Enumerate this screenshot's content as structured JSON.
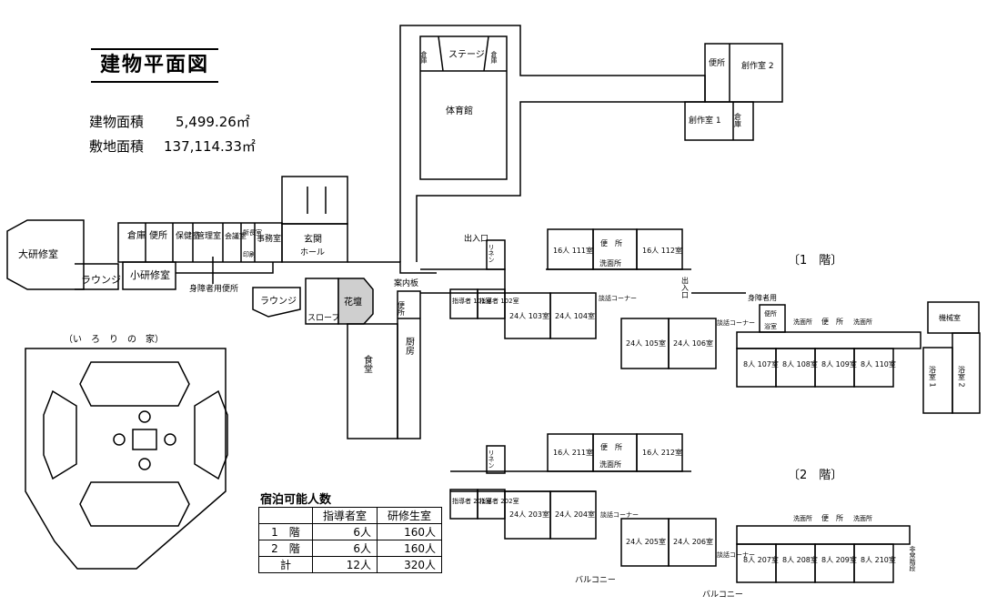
{
  "title": "建物平面図",
  "areas": [
    {
      "label": "建物面積",
      "value": "5,499.26㎡"
    },
    {
      "label": "敷地面積",
      "value": "137,114.33㎡"
    }
  ],
  "floors": {
    "first": "〔1　階〕",
    "second": "〔2　階〕"
  },
  "irori_title": "（い　ろ　り　の　家）",
  "capacity": {
    "title": "宿泊可能人数",
    "header": [
      "",
      "指導者室",
      "研修生室"
    ],
    "rows": [
      [
        "1　階",
        "6人",
        "160人"
      ],
      [
        "2　階",
        "6人",
        "160人"
      ],
      [
        "計",
        "12人",
        "320人"
      ]
    ]
  },
  "rooms_1f": {
    "daikenshu": "大研修室",
    "lounge_left": "ラウンジ",
    "shokenshu": "小研修室",
    "souko1": "倉庫",
    "benjo1": "便所",
    "hoken": "保健室",
    "kanri": "管理室",
    "kaigi": "会議室",
    "shochou": "所長室",
    "insatsu": "印刷",
    "jimu": "事務室",
    "genkan": "玄関",
    "hall": "ホール",
    "shougai": "身障者用便所",
    "lounge2": "ラウンジ",
    "slope": "スロープ",
    "hanadan": "花壇",
    "annai": "案内板",
    "shokudo": "食堂",
    "chubo": "厨房",
    "benjo_chubo": "便所",
    "stage": "ステージ",
    "taiikukan": "体育館",
    "souko_l": "倉庫",
    "souko_r": "倉庫",
    "benjo_sosaku": "便所",
    "sosaku2": "創作室 2",
    "sosaku1": "創作室 1",
    "souko_sosaku": "倉庫",
    "deiriguchi1": "出入口",
    "linen1": "リネン",
    "shido101": "指導者 101室",
    "shido102": "指導者 102室",
    "r103": "24人 103室",
    "r104": "24人 104室",
    "danwa1": "談話コーナー",
    "r111": "16人 111室",
    "r112": "16人 112室",
    "benjo_111": "便　所",
    "senmen_111": "洗面所",
    "deiriguchi2": "出入口",
    "r105": "24人 105室",
    "r106": "24人 106室",
    "danwa2": "談話コーナー",
    "shougai2": "身障者用",
    "benjo_shougai": "便所",
    "yokushitsu_s": "浴室",
    "senmen_a": "洗面所",
    "benjo_a": "便　所",
    "senmen_b": "洗面所",
    "kikai": "機械室",
    "r107": "8人 107室",
    "r108": "8人 108室",
    "r109": "8人 109室",
    "r110": "8人 110室",
    "yoku1": "浴室 1",
    "yoku2": "浴室 2"
  },
  "rooms_2f": {
    "linen2": "リネン",
    "shido201": "指導者 201室",
    "shido202": "指導者 202室",
    "r203": "24人 203室",
    "r204": "24人 204室",
    "r211": "16人 211室",
    "r212": "16人 212室",
    "benjo_211": "便　所",
    "senmen_211": "洗面所",
    "r205": "24人 205室",
    "r206": "24人 206室",
    "danwa3": "談話コーナー",
    "danwa4": "談話コーナー",
    "balcony1": "バルコニー",
    "balcony2": "バルコニー",
    "senmen_c": "洗面所",
    "benjo_c": "便　所",
    "senmen_d": "洗面所",
    "hijo": "非常階段",
    "r207": "8人 207室",
    "r208": "8人 208室",
    "r209": "8人 209室",
    "r210": "8人 210室"
  }
}
